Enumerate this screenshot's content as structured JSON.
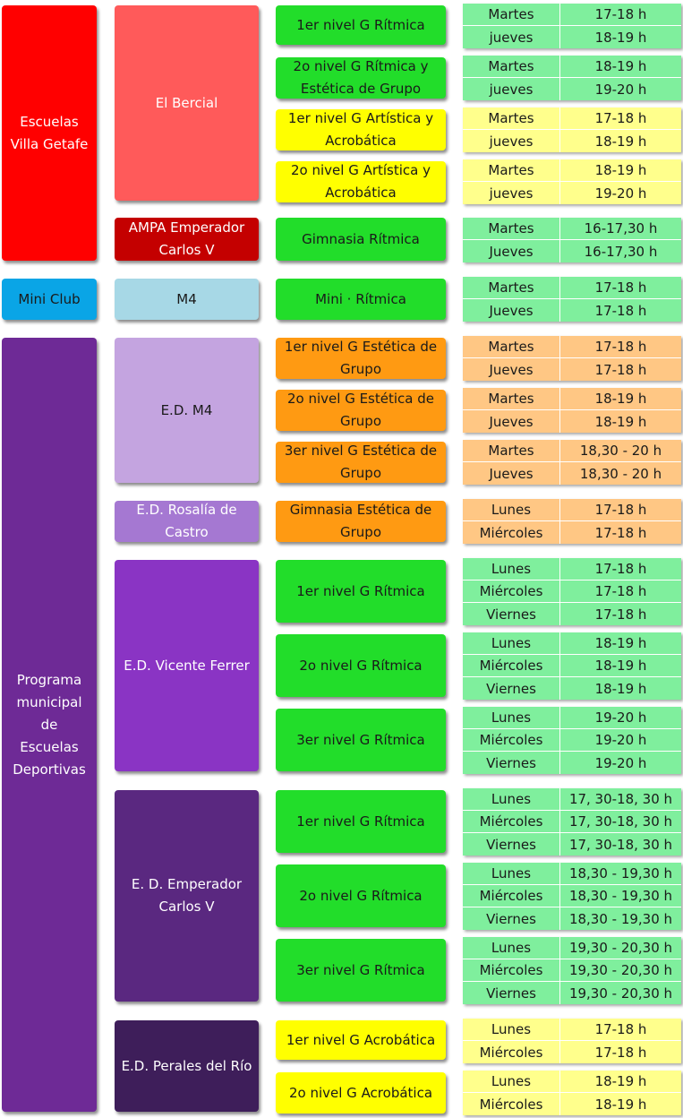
{
  "colors": {
    "red": "#ff0000",
    "salmon": "#ff5a5a",
    "dark_red": "#c40000",
    "cyan": "#0aa5e6",
    "light_blue": "#a7d8e6",
    "purple": "#6e2a96",
    "lavender": "#c4a4e0",
    "orchid": "#a578d2",
    "violet": "#8a34c4",
    "dark_purple": "#5a2880",
    "darker_purple": "#3e1e5a",
    "green": "#22dd2a",
    "orange": "#ff9a12",
    "yellow": "#ffff00",
    "sched_green": "#7fef9d",
    "sched_orange": "#ffc784",
    "sched_yellow": "#ffff8c"
  },
  "programs": [
    {
      "label": "Escuelas Villa Getafe"
    },
    {
      "label": "Mini Club"
    },
    {
      "label": "Programa municipal de Escuelas Deportivas"
    }
  ],
  "venues": [
    {
      "label": "El Bercial"
    },
    {
      "label": "AMPA Emperador Carlos V"
    },
    {
      "label": "M4"
    },
    {
      "label": "E.D. M4"
    },
    {
      "label": "E.D. Rosalía de Castro"
    },
    {
      "label": "E.D. Vicente Ferrer"
    },
    {
      "label": "E. D. Emperador Carlos V"
    },
    {
      "label": "E.D. Perales del Río"
    }
  ],
  "activities": [
    {
      "label": "1er nivel G Rítmica",
      "color": "green",
      "sched": [
        [
          "Martes",
          "17-18 h"
        ],
        [
          "jueves",
          "18-19 h"
        ]
      ]
    },
    {
      "label": "2o nivel G Rítmica y Estética de Grupo",
      "color": "green",
      "sched": [
        [
          "Martes",
          "18-19 h"
        ],
        [
          "jueves",
          "19-20 h"
        ]
      ]
    },
    {
      "label": "1er nivel G Artística y Acrobática",
      "color": "yellow",
      "sched": [
        [
          "Martes",
          "17-18 h"
        ],
        [
          "jueves",
          "18-19 h"
        ]
      ]
    },
    {
      "label": "2o nivel G Artística y Acrobática",
      "color": "yellow",
      "sched": [
        [
          "Martes",
          "18-19 h"
        ],
        [
          "jueves",
          "19-20 h"
        ]
      ]
    },
    {
      "label": "Gimnasia Rítmica",
      "color": "green",
      "sched": [
        [
          "Martes",
          "16-17,30 h"
        ],
        [
          "Jueves",
          "16-17,30 h"
        ]
      ]
    },
    {
      "label": "Mini · Rítmica",
      "color": "green",
      "sched": [
        [
          "Martes",
          "17-18 h"
        ],
        [
          "Jueves",
          "17-18 h"
        ]
      ]
    },
    {
      "label": "1er nivel G Estética de Grupo",
      "color": "orange",
      "sched": [
        [
          "Martes",
          "17-18 h"
        ],
        [
          "Jueves",
          "17-18 h"
        ]
      ]
    },
    {
      "label": "2o nivel G Estética de Grupo",
      "color": "orange",
      "sched": [
        [
          "Martes",
          "18-19 h"
        ],
        [
          "Jueves",
          "18-19 h"
        ]
      ]
    },
    {
      "label": "3er nivel G Estética de Grupo",
      "color": "orange",
      "sched": [
        [
          "Martes",
          "18,30 - 20 h"
        ],
        [
          "Jueves",
          "18,30 - 20 h"
        ]
      ]
    },
    {
      "label": "Gimnasia Estética de Grupo",
      "color": "orange",
      "sched": [
        [
          "Lunes",
          "17-18 h"
        ],
        [
          "Miércoles",
          "17-18 h"
        ]
      ]
    },
    {
      "label": "1er nivel G Rítmica",
      "color": "green",
      "sched": [
        [
          "Lunes",
          "17-18 h"
        ],
        [
          "Miércoles",
          "17-18 h"
        ],
        [
          "Viernes",
          "17-18 h"
        ]
      ]
    },
    {
      "label": "2o nivel G Rítmica",
      "color": "green",
      "sched": [
        [
          "Lunes",
          "18-19 h"
        ],
        [
          "Miércoles",
          "18-19 h"
        ],
        [
          "Viernes",
          "18-19 h"
        ]
      ]
    },
    {
      "label": "3er nivel G Rítmica",
      "color": "green",
      "sched": [
        [
          "Lunes",
          "19-20 h"
        ],
        [
          "Miércoles",
          "19-20 h"
        ],
        [
          "Viernes",
          "19-20 h"
        ]
      ]
    },
    {
      "label": "1er nivel G Rítmica",
      "color": "green",
      "sched": [
        [
          "Lunes",
          "17, 30-18, 30 h"
        ],
        [
          "Miércoles",
          "17, 30-18, 30 h"
        ],
        [
          "Viernes",
          "17, 30-18, 30 h"
        ]
      ]
    },
    {
      "label": "2o nivel G Rítmica",
      "color": "green",
      "sched": [
        [
          "Lunes",
          "18,30 - 19,30 h"
        ],
        [
          "Miércoles",
          "18,30 - 19,30 h"
        ],
        [
          "Viernes",
          "18,30 - 19,30 h"
        ]
      ]
    },
    {
      "label": "3er nivel G Rítmica",
      "color": "green",
      "sched": [
        [
          "Lunes",
          "19,30 - 20,30 h"
        ],
        [
          "Miércoles",
          "19,30 - 20,30 h"
        ],
        [
          "Viernes",
          "19,30 - 20,30 h"
        ]
      ]
    },
    {
      "label": "1er nivel G Acrobática",
      "color": "yellow",
      "sched": [
        [
          "Lunes",
          "17-18 h"
        ],
        [
          "Miércoles",
          "17-18 h"
        ]
      ]
    },
    {
      "label": "2o nivel G Acrobática",
      "color": "yellow",
      "sched": [
        [
          "Lunes",
          "18-19 h"
        ],
        [
          "Miércoles",
          "18-19 h"
        ]
      ]
    }
  ]
}
